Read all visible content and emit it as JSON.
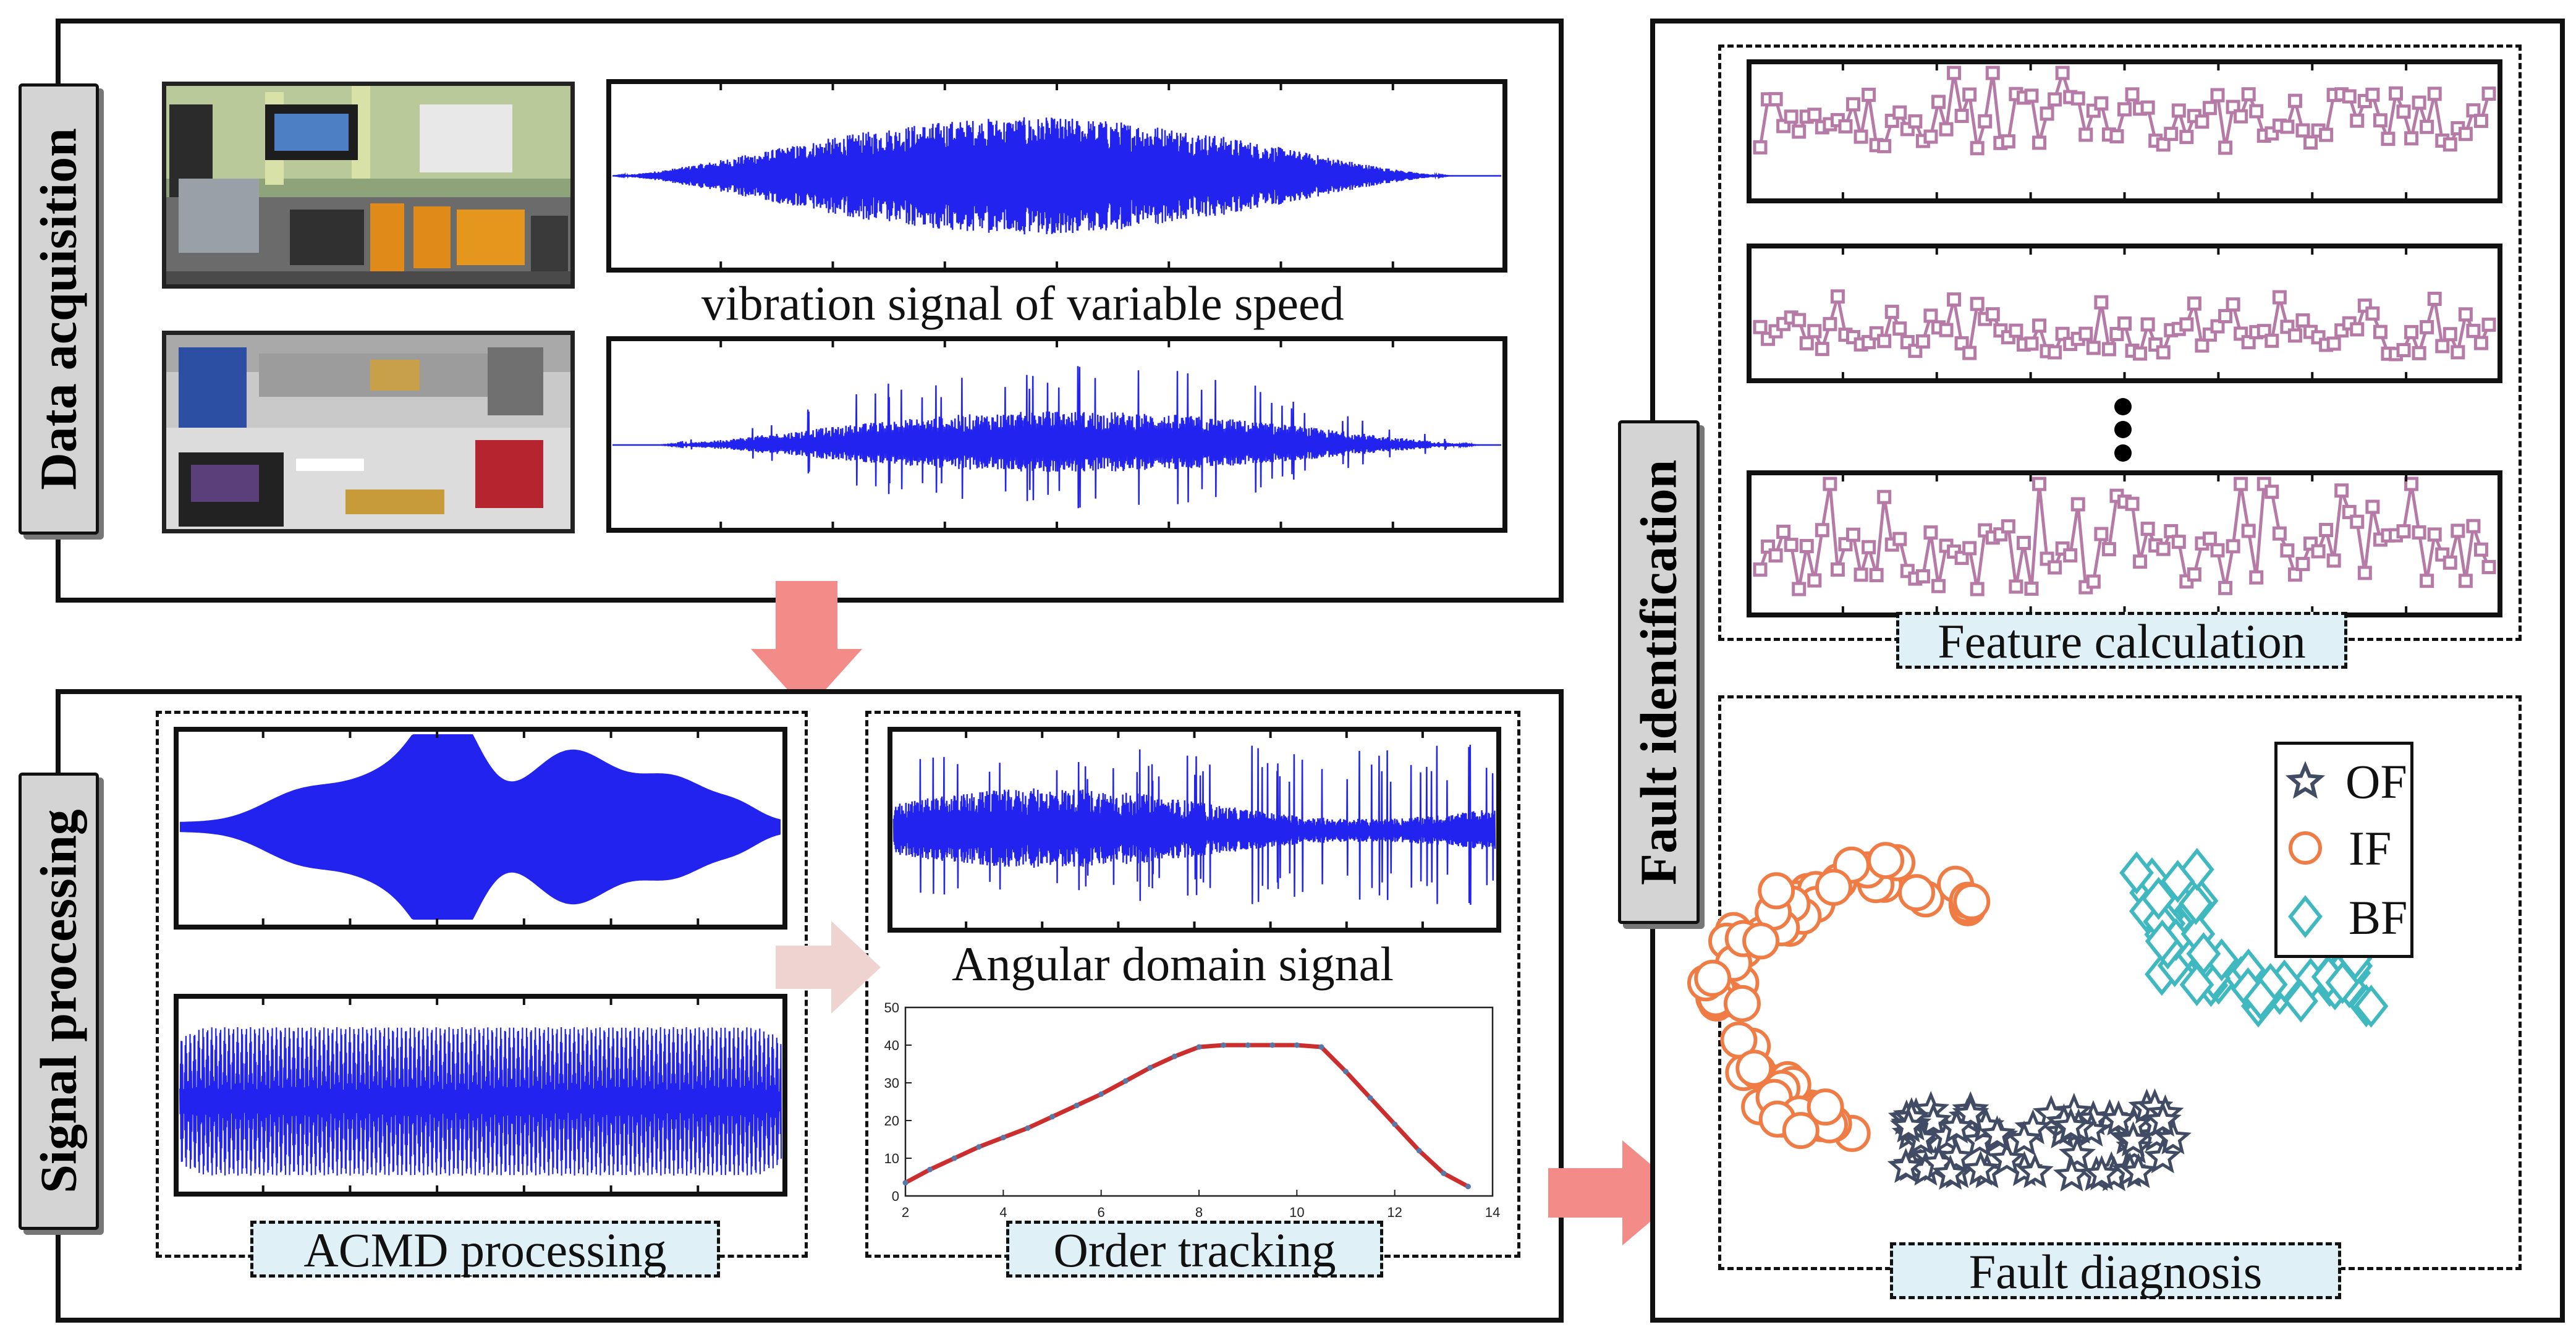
{
  "data_acquisition": {
    "label": "Data acquisition",
    "signal_caption": "vibration signal of variable speed"
  },
  "signal_processing": {
    "label": "Signal processing",
    "acmd_caption": "ACMD processing",
    "angular_caption": "Angular domain signal",
    "order_caption": "Order tracking"
  },
  "fault_identification": {
    "label": "Fault identification",
    "feature_caption": "Feature calculation",
    "diagnosis_caption": "Fault diagnosis",
    "legend": [
      {
        "name": "OF",
        "marker": "star",
        "color": "#414b63"
      },
      {
        "name": "IF",
        "marker": "circle",
        "color": "#ef7b45"
      },
      {
        "name": "BF",
        "marker": "diamond",
        "color": "#3fb8bf"
      }
    ]
  },
  "colors": {
    "signal": "#2323f0",
    "feature_line": "#b57aa5",
    "order_line": "#cc2d2d",
    "arrow": "#f38b88",
    "arrow_light": "#efd3d0",
    "caption_bg": "#dff0f6"
  },
  "chart_data": [
    {
      "type": "line",
      "title": "",
      "x_ticks": [
        "2",
        "4",
        "6",
        "8",
        "10",
        "12",
        "14"
      ],
      "y_ticks": [
        "0",
        "10",
        "20",
        "30",
        "40",
        "50"
      ],
      "xlim": [
        2,
        14
      ],
      "ylim": [
        0,
        50
      ],
      "x": [
        2.0,
        2.5,
        3.0,
        3.5,
        4.0,
        4.5,
        5.0,
        5.5,
        6.0,
        6.5,
        7.0,
        7.5,
        8.0,
        8.5,
        9.0,
        9.5,
        10.0,
        10.5,
        11.0,
        11.5,
        12.0,
        12.5,
        13.0,
        13.5
      ],
      "series": [
        {
          "values": [
            3.5,
            7.0,
            10.0,
            13.0,
            15.5,
            18.0,
            21.0,
            24.0,
            27.0,
            30.5,
            34.0,
            37.0,
            39.5,
            40.0,
            40.0,
            40.0,
            40.0,
            39.5,
            33.0,
            26.0,
            19.0,
            12.0,
            6.0,
            2.5
          ]
        }
      ]
    }
  ]
}
